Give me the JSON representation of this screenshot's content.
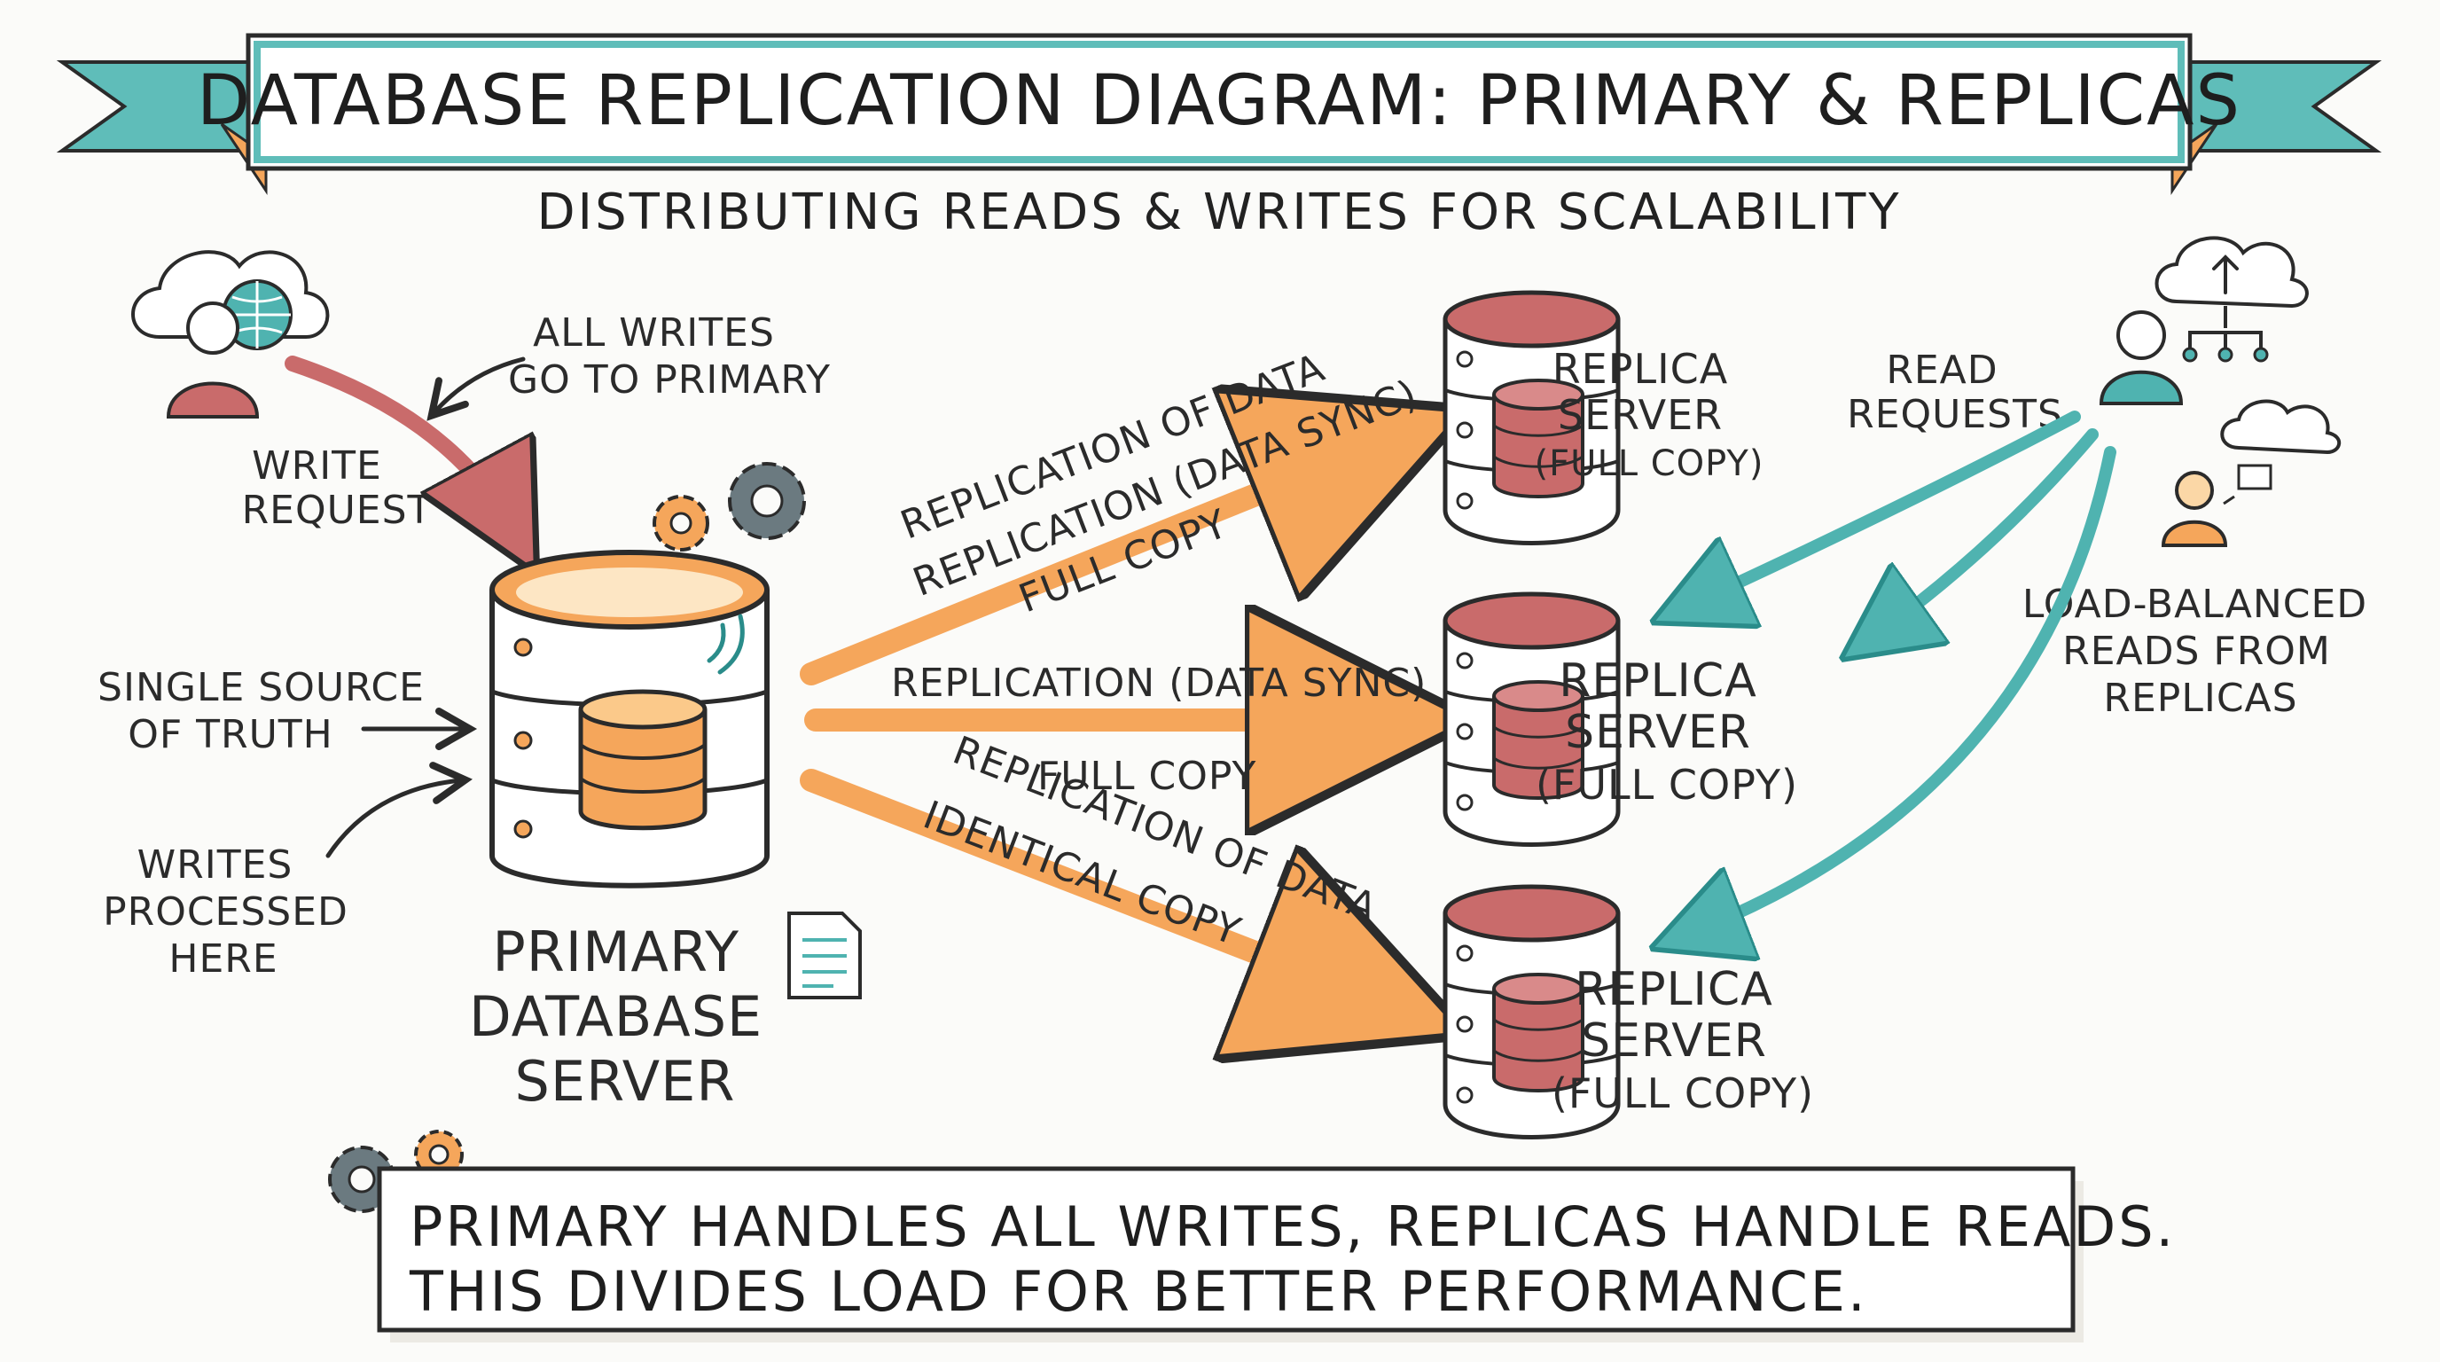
{
  "title": "DATABASE REPLICATION DIAGRAM: PRIMARY & REPLICAS",
  "subtitle": "DISTRIBUTING READS & WRITES FOR SCALABILITY",
  "client": {
    "write_request": [
      "WRITE",
      "REQUEST"
    ],
    "all_writes_note": [
      "ALL WRITES",
      "GO TO PRIMARY"
    ]
  },
  "primary": {
    "name": [
      "PRIMARY",
      "DATABASE",
      "SERVER"
    ],
    "source_of_truth": [
      "SINGLE SOURCE",
      "OF TRUTH"
    ],
    "writes_processed": [
      "WRITES",
      "PROCESSED",
      "HERE"
    ]
  },
  "replication": {
    "top": [
      "REPLICATION OF DATA",
      "REPLICATION (DATA SYNC)",
      "FULL COPY"
    ],
    "middle": [
      "REPLICATION (DATA SYNC)",
      "FULL COPY"
    ],
    "bottom": [
      "REPLICATION OF DATA",
      "IDENTICAL COPY"
    ]
  },
  "replicas": [
    {
      "name": [
        "REPLICA",
        "SERVER",
        "(FULL COPY)"
      ]
    },
    {
      "name": [
        "REPLICA",
        "SERVER",
        "(FULL COPY)"
      ]
    },
    {
      "name": [
        "REPLICA",
        "SERVER",
        "(FULL COPY)"
      ]
    }
  ],
  "readers": {
    "read_requests": [
      "READ",
      "REQUESTS"
    ],
    "load_balanced": [
      "LOAD-BALANCED",
      "READS FROM",
      "REPLICAS"
    ]
  },
  "footer": [
    "PRIMARY HANDLES ALL WRITES, REPLICAS HANDLE READS.",
    "THIS DIVIDES LOAD FOR BETTER PERFORMANCE."
  ],
  "colors": {
    "teal": "#4fb3b0",
    "teal_dark": "#2a8c8a",
    "orange": "#f5a65b",
    "orange_light": "#fbd7a6",
    "maroon": "#c96b6b",
    "maroon_dark": "#a44f52",
    "gear_grey": "#6b7a80",
    "ink": "#2b2b2b"
  }
}
